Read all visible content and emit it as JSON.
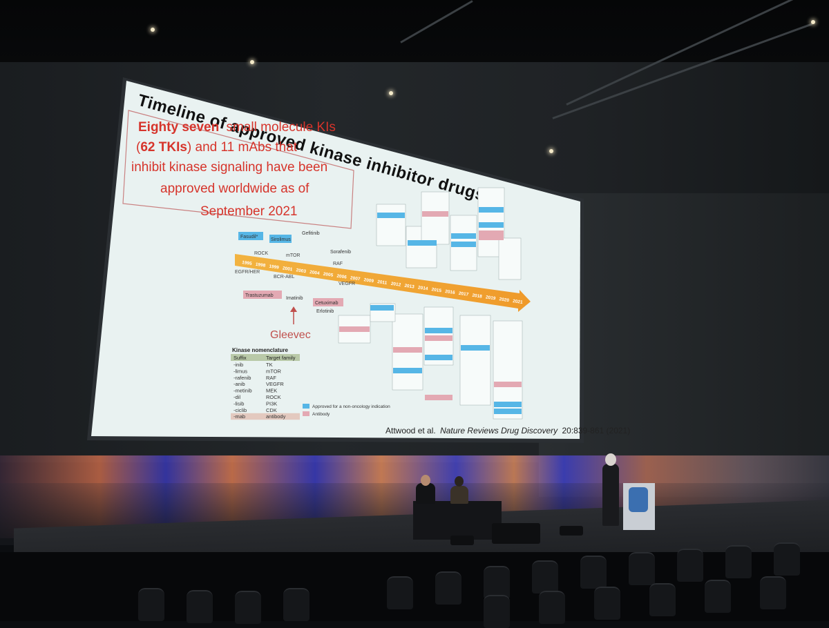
{
  "scene": {
    "description_free": true
  },
  "slide": {
    "title": "Timeline of approved kinase inhibitor drugs",
    "highlight_line1_bold": "Eighty seven",
    "highlight_line1_rest": "small molecule KIs",
    "highlight_line2_open": "(",
    "highlight_line2_bold": "62 TKIs",
    "highlight_line2_rest": ") and 11 mAbs that",
    "highlight_line3": "inhibit kinase signaling have been",
    "highlight_line4": "approved worldwide as of",
    "highlight_line5": "September 2021",
    "gleevec_label": "Gleevec",
    "citation_prefix": "Attwood et al.",
    "citation_journal": "Nature Reviews Drug Discovery",
    "citation_suffix": "20:839-861 (2021)",
    "years": [
      "1995",
      "1998",
      "1999",
      "2001",
      "2003",
      "2004",
      "2005",
      "2006",
      "2007",
      "2009",
      "2011",
      "2012",
      "2013",
      "2014",
      "2015",
      "2016",
      "2017",
      "2018",
      "2019",
      "2020",
      "2021"
    ],
    "targets_top": [
      "ROCK",
      "mTOR",
      "RAF"
    ],
    "targets_bottom": [
      "EGFR/HER",
      "BCR-ABL",
      "VEGFR"
    ],
    "drugs_early": [
      "Fasudil*",
      "Sirolimus",
      "Gefitinib",
      "Sorafenib",
      "Trastuzumab",
      "Imatinib",
      "Cetuximab",
      "Erlotinib"
    ],
    "legend_approved": "Approved for a non-oncology indication",
    "legend_antibody": "Antibody",
    "nomenclature_title": "Kinase nomenclature",
    "nomenclature_header": [
      "Suffix",
      "Target family"
    ],
    "nomenclature_rows": [
      [
        "-inib",
        "TK"
      ],
      [
        "-limus",
        "mTOR"
      ],
      [
        "-rafenib",
        "RAF"
      ],
      [
        "-anib",
        "VEGFR"
      ],
      [
        "-metinib",
        "MEK"
      ],
      [
        "-dil",
        "ROCK"
      ],
      [
        "-lisib",
        "PI3K"
      ],
      [
        "-ciclib",
        "CDK"
      ],
      [
        "-mab",
        "antibody"
      ]
    ],
    "colors": {
      "slide_bg": "#e9f2f1",
      "accent_red": "#d6342b",
      "timeline_orange": "#f0a030",
      "approved_blue": "#56b6e6",
      "antibody_pink": "#e3a9b3"
    }
  }
}
